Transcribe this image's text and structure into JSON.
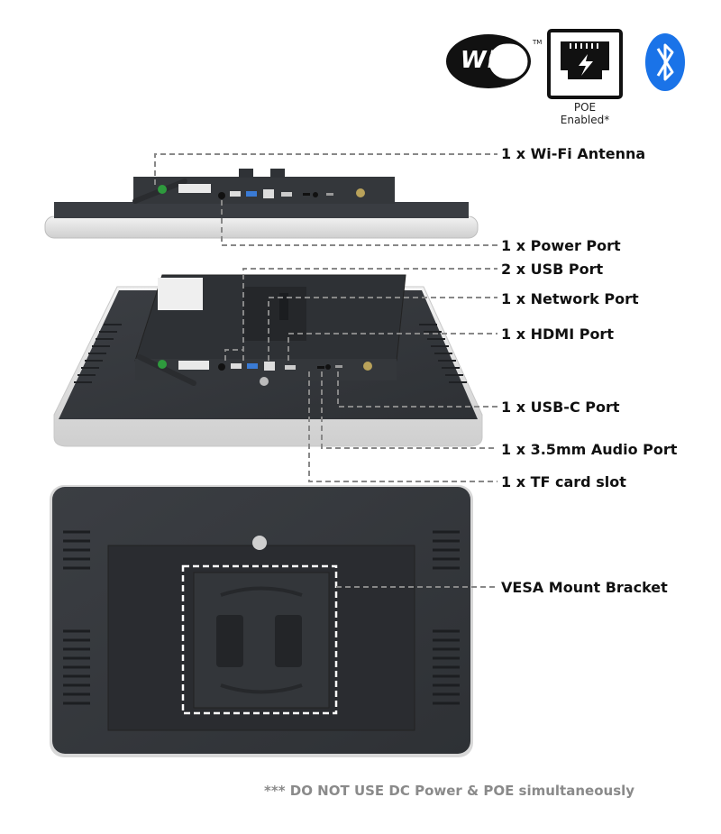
{
  "logos": {
    "wifi": "WiFi",
    "wifi_tm": "TM",
    "poe_caption_1": "POE",
    "poe_caption_2": "Enabled*",
    "bluetooth_color": "#1a73e8"
  },
  "callouts": [
    {
      "text": "1 x Wi-Fi Antenna"
    },
    {
      "text": "1 x Power Port"
    },
    {
      "text": "2 x USB Port"
    },
    {
      "text": "1 x Network Port"
    },
    {
      "text": "1 x HDMI Port"
    },
    {
      "text": "1 x USB-C Port"
    },
    {
      "text": "1 x 3.5mm Audio Port"
    },
    {
      "text": "1 x TF card slot"
    },
    {
      "text": "VESA Mount Bracket"
    }
  ],
  "footer": "*** DO NOT USE DC Power & POE simultaneously",
  "colors": {
    "device_body": "#3a3d42",
    "bezel": "#e6e6e6",
    "dashed_line": "#888888"
  }
}
